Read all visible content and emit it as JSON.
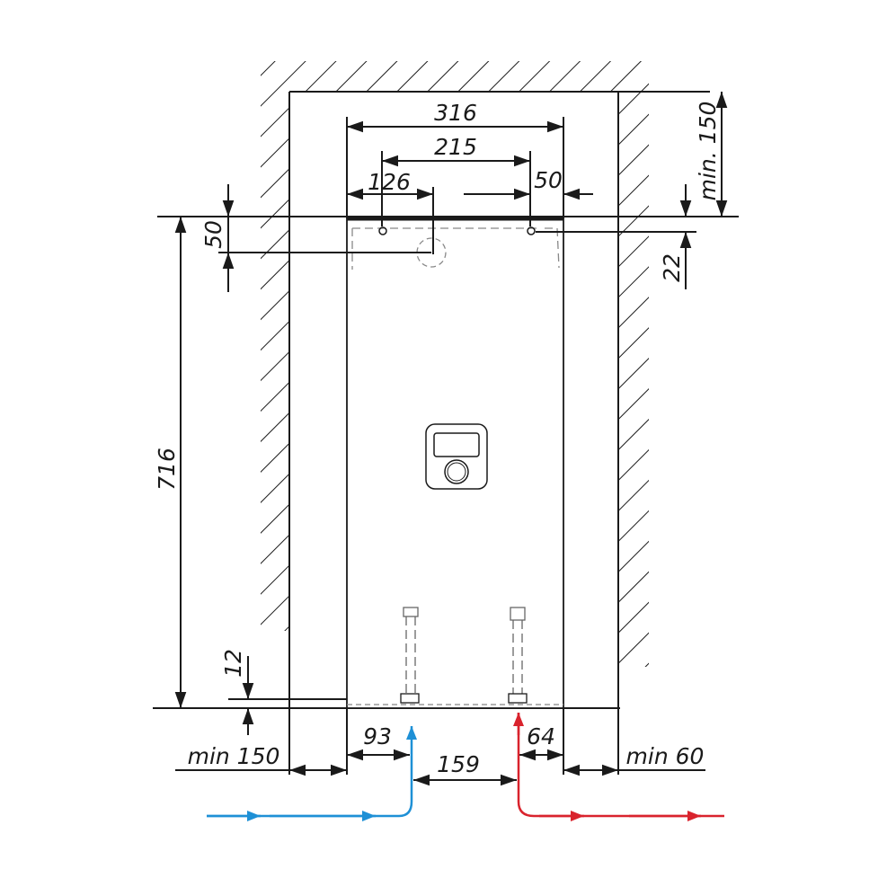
{
  "dimensions": {
    "width_overall": "316",
    "width_mount": "215",
    "offset_left_mount": "126",
    "offset_right_mount": "50",
    "min_top": "min. 150",
    "top_offset_left": "50",
    "top_offset_right": "22",
    "height": "716",
    "bottom_offset": "12",
    "cold_inlet_offset": "93",
    "inlet_spacing": "159",
    "hot_outlet_offset": "64",
    "min_left": "min 150",
    "min_right": "min 60"
  },
  "colors": {
    "line": "#1a1a1a",
    "cold_water": "#1e90d6",
    "hot_water": "#d9232d"
  }
}
